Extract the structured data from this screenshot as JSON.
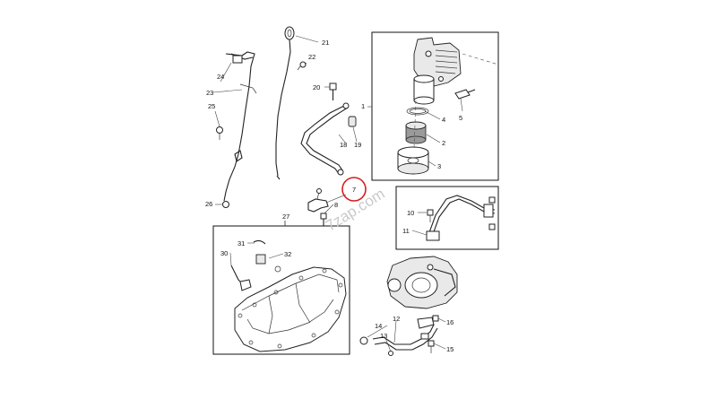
{
  "callouts": {
    "c1": "1",
    "c2": "2",
    "c3": "3",
    "c4": "4",
    "c5": "5",
    "c7": "7",
    "c8": "8",
    "c10": "10",
    "c11": "11",
    "c12": "12",
    "c13": "13",
    "c14": "14",
    "c15": "15",
    "c16": "16",
    "c18": "18",
    "c19": "19",
    "c20": "20",
    "c21": "21",
    "c22": "22",
    "c23": "23",
    "c24": "24",
    "c25": "25",
    "c26": "26",
    "c27": "27",
    "c30": "30",
    "c31": "31",
    "c32": "32"
  },
  "highlight": {
    "callout": "7",
    "color": "#d42020"
  },
  "watermark": "7zap.com",
  "colors": {
    "line": "#222222",
    "background": "#ffffff",
    "frame": "#111111"
  }
}
